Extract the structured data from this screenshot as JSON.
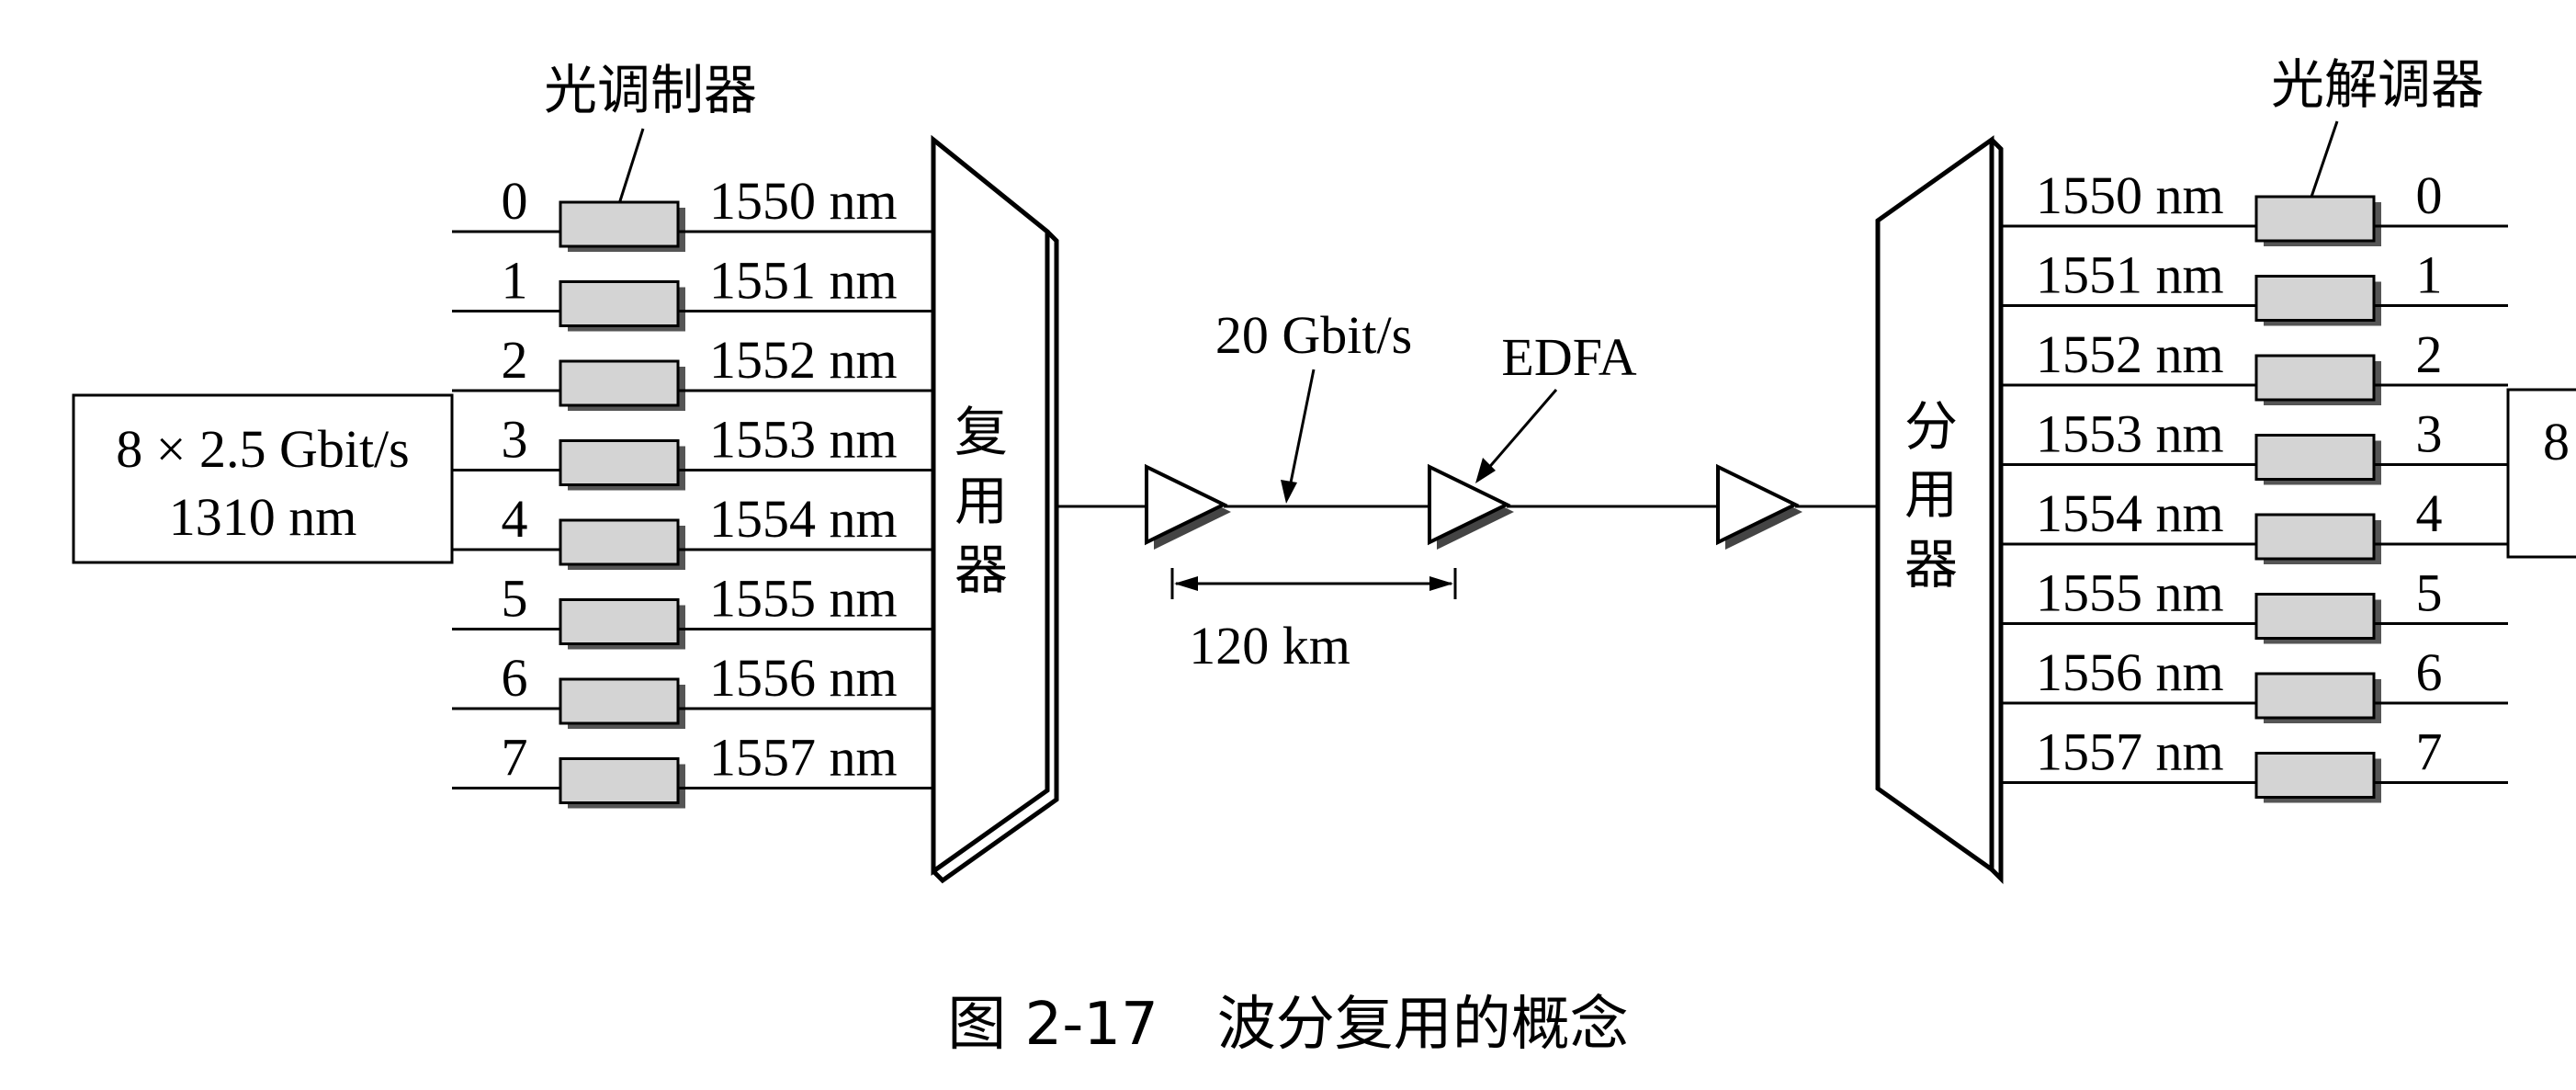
{
  "left_labels": {
    "modulator": "光调制器",
    "source_line1": "8 × 2.5 Gbit/s",
    "source_line2": "1310 nm",
    "multiplexer": [
      "复",
      "用",
      "器"
    ]
  },
  "right_labels": {
    "demodulator": "光解调器",
    "demultiplexer": [
      "分",
      "用",
      "器"
    ],
    "sink_partial": "8"
  },
  "channels": [
    {
      "index": "0",
      "wavelength": "1550 nm"
    },
    {
      "index": "1",
      "wavelength": "1551 nm"
    },
    {
      "index": "2",
      "wavelength": "1552 nm"
    },
    {
      "index": "3",
      "wavelength": "1553 nm"
    },
    {
      "index": "4",
      "wavelength": "1554 nm"
    },
    {
      "index": "5",
      "wavelength": "1555 nm"
    },
    {
      "index": "6",
      "wavelength": "1556 nm"
    },
    {
      "index": "7",
      "wavelength": "1557 nm"
    }
  ],
  "link": {
    "rate": "20 Gbit/s",
    "amplifier": "EDFA",
    "span": "120 km"
  },
  "caption": "图 2-17　波分复用的概念"
}
